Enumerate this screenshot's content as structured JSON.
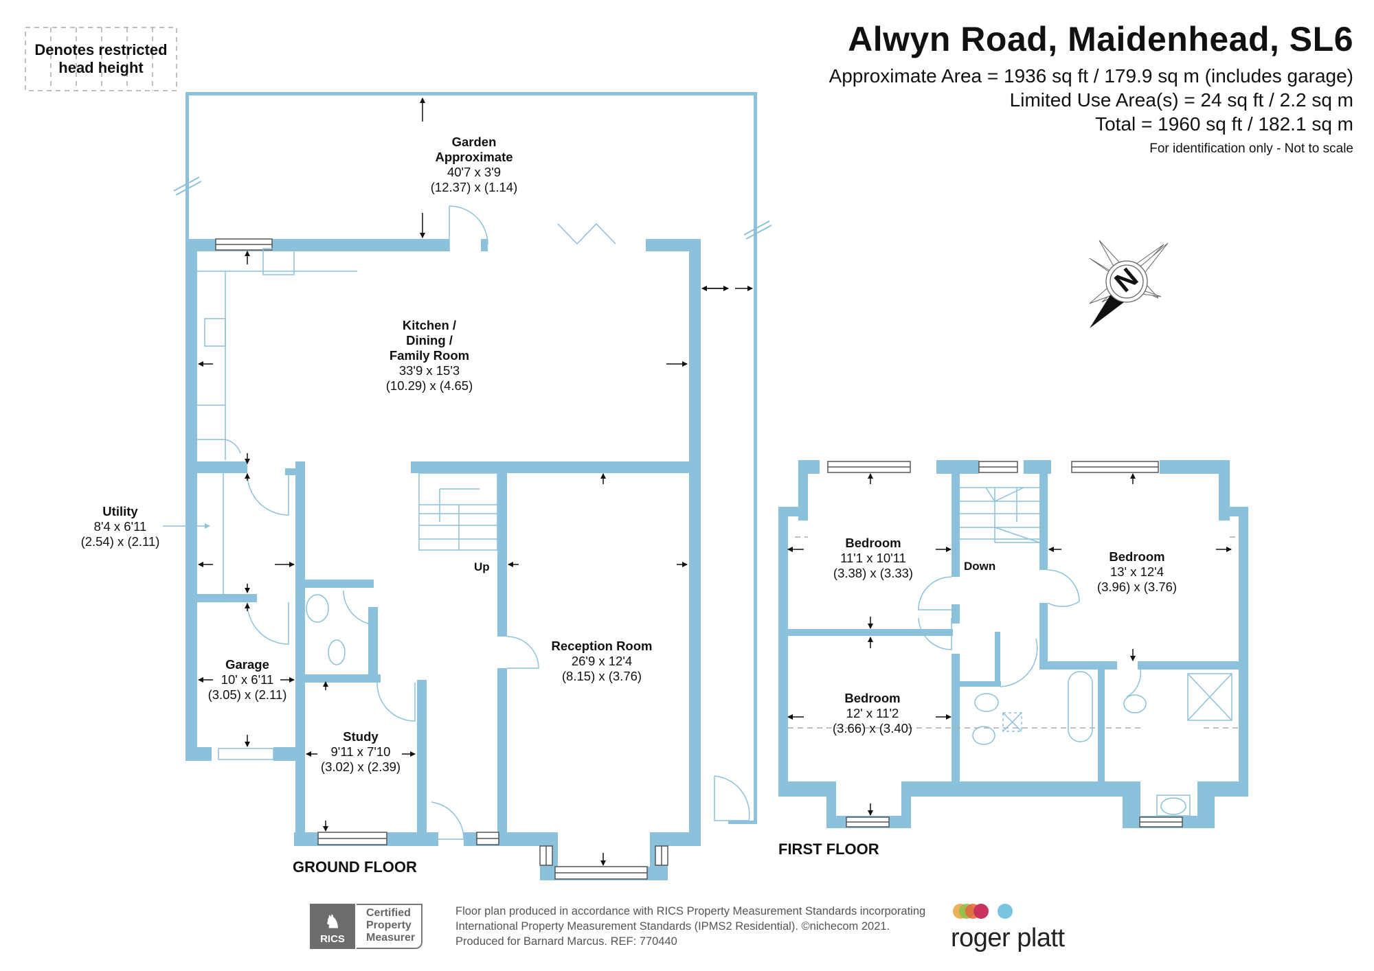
{
  "header": {
    "title": "Alwyn Road, Maidenhead, SL6",
    "approx_area": "Approximate Area = 1936 sq ft / 179.9 sq m (includes garage)",
    "limited_use": "Limited Use Area(s) = 24 sq ft / 2.2 sq m",
    "total": "Total = 1960 sq ft / 182.1 sq m",
    "note": "For identification only - Not to scale"
  },
  "legend": {
    "line1": "Denotes restricted",
    "line2": "head height"
  },
  "colors": {
    "wall": "#8cc1db",
    "fixture": "#8cc1db",
    "text": "#111111",
    "footer_text": "#555555"
  },
  "ground_floor": {
    "label": "GROUND FLOOR",
    "stairs_label": "Up",
    "rooms": [
      {
        "name1": "Garden",
        "name2": "Approximate",
        "dims_imperial": "40'7 x 3'9",
        "dims_metric": "(12.37) x (1.14)"
      },
      {
        "name1": "Kitchen /",
        "name2": "Dining /",
        "name3": "Family Room",
        "dims_imperial": "33'9 x 15'3",
        "dims_metric": "(10.29) x (4.65)"
      },
      {
        "name1": "Utility",
        "dims_imperial": "8'4 x 6'11",
        "dims_metric": "(2.54) x (2.11)"
      },
      {
        "name1": "Garage",
        "dims_imperial": "10' x 6'11",
        "dims_metric": "(3.05) x (2.11)"
      },
      {
        "name1": "Study",
        "dims_imperial": "9'11 x 7'10",
        "dims_metric": "(3.02) x (2.39)"
      },
      {
        "name1": "Reception Room",
        "dims_imperial": "26'9 x 12'4",
        "dims_metric": "(8.15) x (3.76)"
      }
    ]
  },
  "first_floor": {
    "label": "FIRST FLOOR",
    "stairs_label": "Down",
    "rooms": [
      {
        "name1": "Bedroom",
        "dims_imperial": "11'1 x 10'11",
        "dims_metric": "(3.38) x (3.33)"
      },
      {
        "name1": "Bedroom",
        "dims_imperial": "13' x 12'4",
        "dims_metric": "(3.96) x (3.76)"
      },
      {
        "name1": "Bedroom",
        "dims_imperial": "12' x 11'2",
        "dims_metric": "(3.66) x (3.40)"
      }
    ]
  },
  "compass": {
    "letter": "N",
    "icon": "north-compass-icon"
  },
  "footer": {
    "rics_logo_text": "RICS",
    "cert_line1": "Certified",
    "cert_line2": "Property",
    "cert_line3": "Measurer",
    "line1": "Floor plan produced in accordance with RICS Property Measurement Standards incorporating",
    "line2": "International Property Measurement Standards (IPMS2 Residential).   ©nichecom 2021.",
    "line3": "Produced for Barnard Marcus.   REF:  770440",
    "brand": "roger platt",
    "brand_dot_colors": [
      "#e9a23b",
      "#8cc04a",
      "#e8643c",
      "#c8335d",
      "#78c3df"
    ]
  }
}
